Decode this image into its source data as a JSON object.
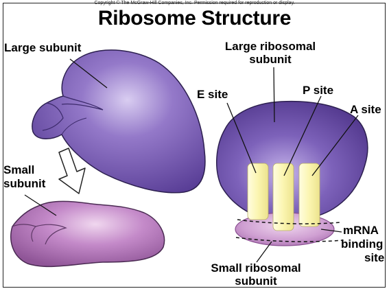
{
  "copyright": "Copyright © The McGraw-Hill Companies, Inc. Permission required for reproduction or display.",
  "title": "Ribosome Structure",
  "labels": {
    "large_subunit": "Large subunit",
    "small_subunit_line1": "Small",
    "small_subunit_line2": "subunit",
    "large_ribosomal_line1": "Large ribosomal",
    "large_ribosomal_line2": "subunit",
    "e_site": "E site",
    "p_site": "P site",
    "a_site": "A site",
    "mrna_line1": "mRNA",
    "mrna_line2": "binding",
    "mrna_line3": "site",
    "small_ribosomal_line1": "Small ribosomal",
    "small_ribosomal_line2": "subunit"
  },
  "colors": {
    "large_subunit_purple": "#6a4fa6",
    "small_subunit_pink": "#b67bbd",
    "site_yellow": "#fbf6b8"
  }
}
